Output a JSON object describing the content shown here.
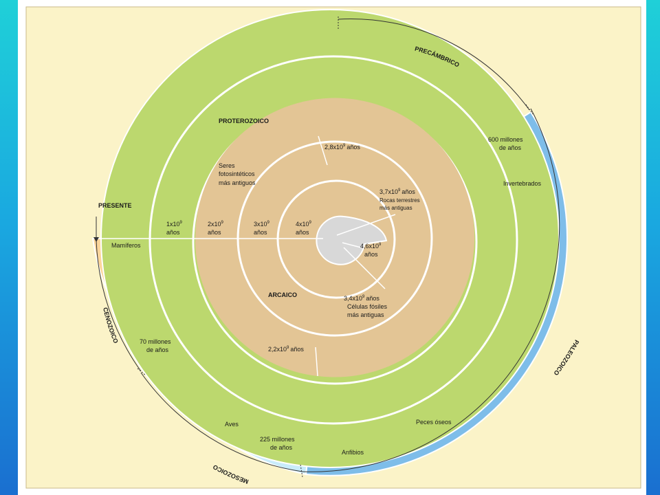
{
  "title": "",
  "colors": {
    "panel": "#fbf3c8",
    "proterozoic": "#bcd86e",
    "archaic": "#e3c595",
    "center": "#d8d8d8",
    "paleozoic": "#7ebde9",
    "mesozoic": "#c9ecfb",
    "cenozoic": "#fcd69c",
    "outline": "#ffffff"
  },
  "arcs": {
    "precambrico": "PRECÁMBRICO",
    "paleozoico": "PALEOZOICO",
    "mesozoico": "MESOZOICO",
    "cenozoico": "CENOZOICO",
    "presente": "PRESENTE"
  },
  "eras": {
    "proterozoico": "PROTEROZOICO",
    "arcaico": "ARCAICO"
  },
  "labels": {
    "seres_l1": "Seres",
    "seres_l2": "fotosintéticos",
    "seres_l3": "más antiguos",
    "t1_a": "1x10",
    "t1_b": "años",
    "t2_a": "2x10",
    "t2_b": "años",
    "t3_a": "3x10",
    "t3_b": "años",
    "t4_a": "4x10",
    "t4_b": "años",
    "t28": "2,8x10",
    "t28_unit": "años",
    "t37": "3,7x10",
    "t37_unit": "años",
    "rocas_l1": "Rocas terrestres",
    "rocas_l2": "más antiguas",
    "t46": "4,6x10",
    "t46_unit": "años",
    "t34": "3,4x10",
    "t34_unit": "años",
    "celulas_l1": "Células fósiles",
    "celulas_l2": "más antiguas",
    "t22": "2,2x10",
    "t22_unit": "años",
    "exp": "9",
    "m600_l1": "600 millones",
    "m600_l2": "de años",
    "invertebrados": "Invertebrados",
    "peces": "Peces óseos",
    "anfibios": "Anfibios",
    "m225_l1": "225 millones",
    "m225_l2": "de años",
    "aves": "Aves",
    "m70_l1": "70 millones",
    "m70_l2": "de años",
    "mamiferos": "Mamíferos"
  }
}
